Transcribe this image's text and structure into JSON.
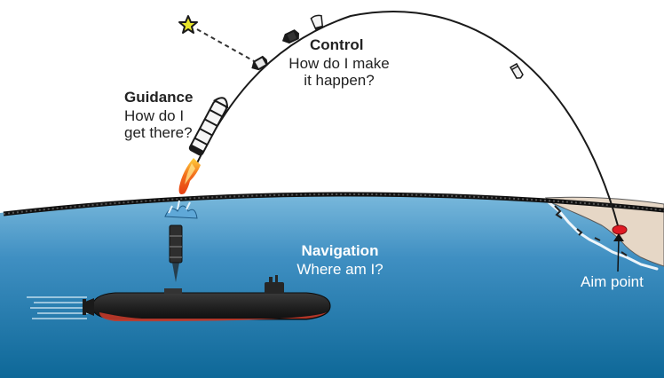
{
  "labels": {
    "guidance": {
      "title": "Guidance",
      "line1": "How do I",
      "line2": "get there?"
    },
    "control": {
      "title": "Control",
      "line1": "How do I make",
      "line2": "it happen?"
    },
    "navigation": {
      "title": "Navigation",
      "line1": "Where am I?"
    },
    "aim_point": "Aim point"
  },
  "colors": {
    "sea_top": "#7ab9dc",
    "sea_bottom": "#0e6898",
    "land": "#e6d7c6",
    "trajectory": "#1a1a1a",
    "target_marker": "#e01b24",
    "star": "#e9e629",
    "submarine_hull": "#2a2a2a",
    "submarine_stripe": "#c23a2a",
    "flame": "#f26a1b"
  },
  "icons": [
    "star-icon",
    "missile-icon",
    "reentry-vehicle-icon",
    "submarine-icon",
    "aim-point-marker-icon"
  ]
}
